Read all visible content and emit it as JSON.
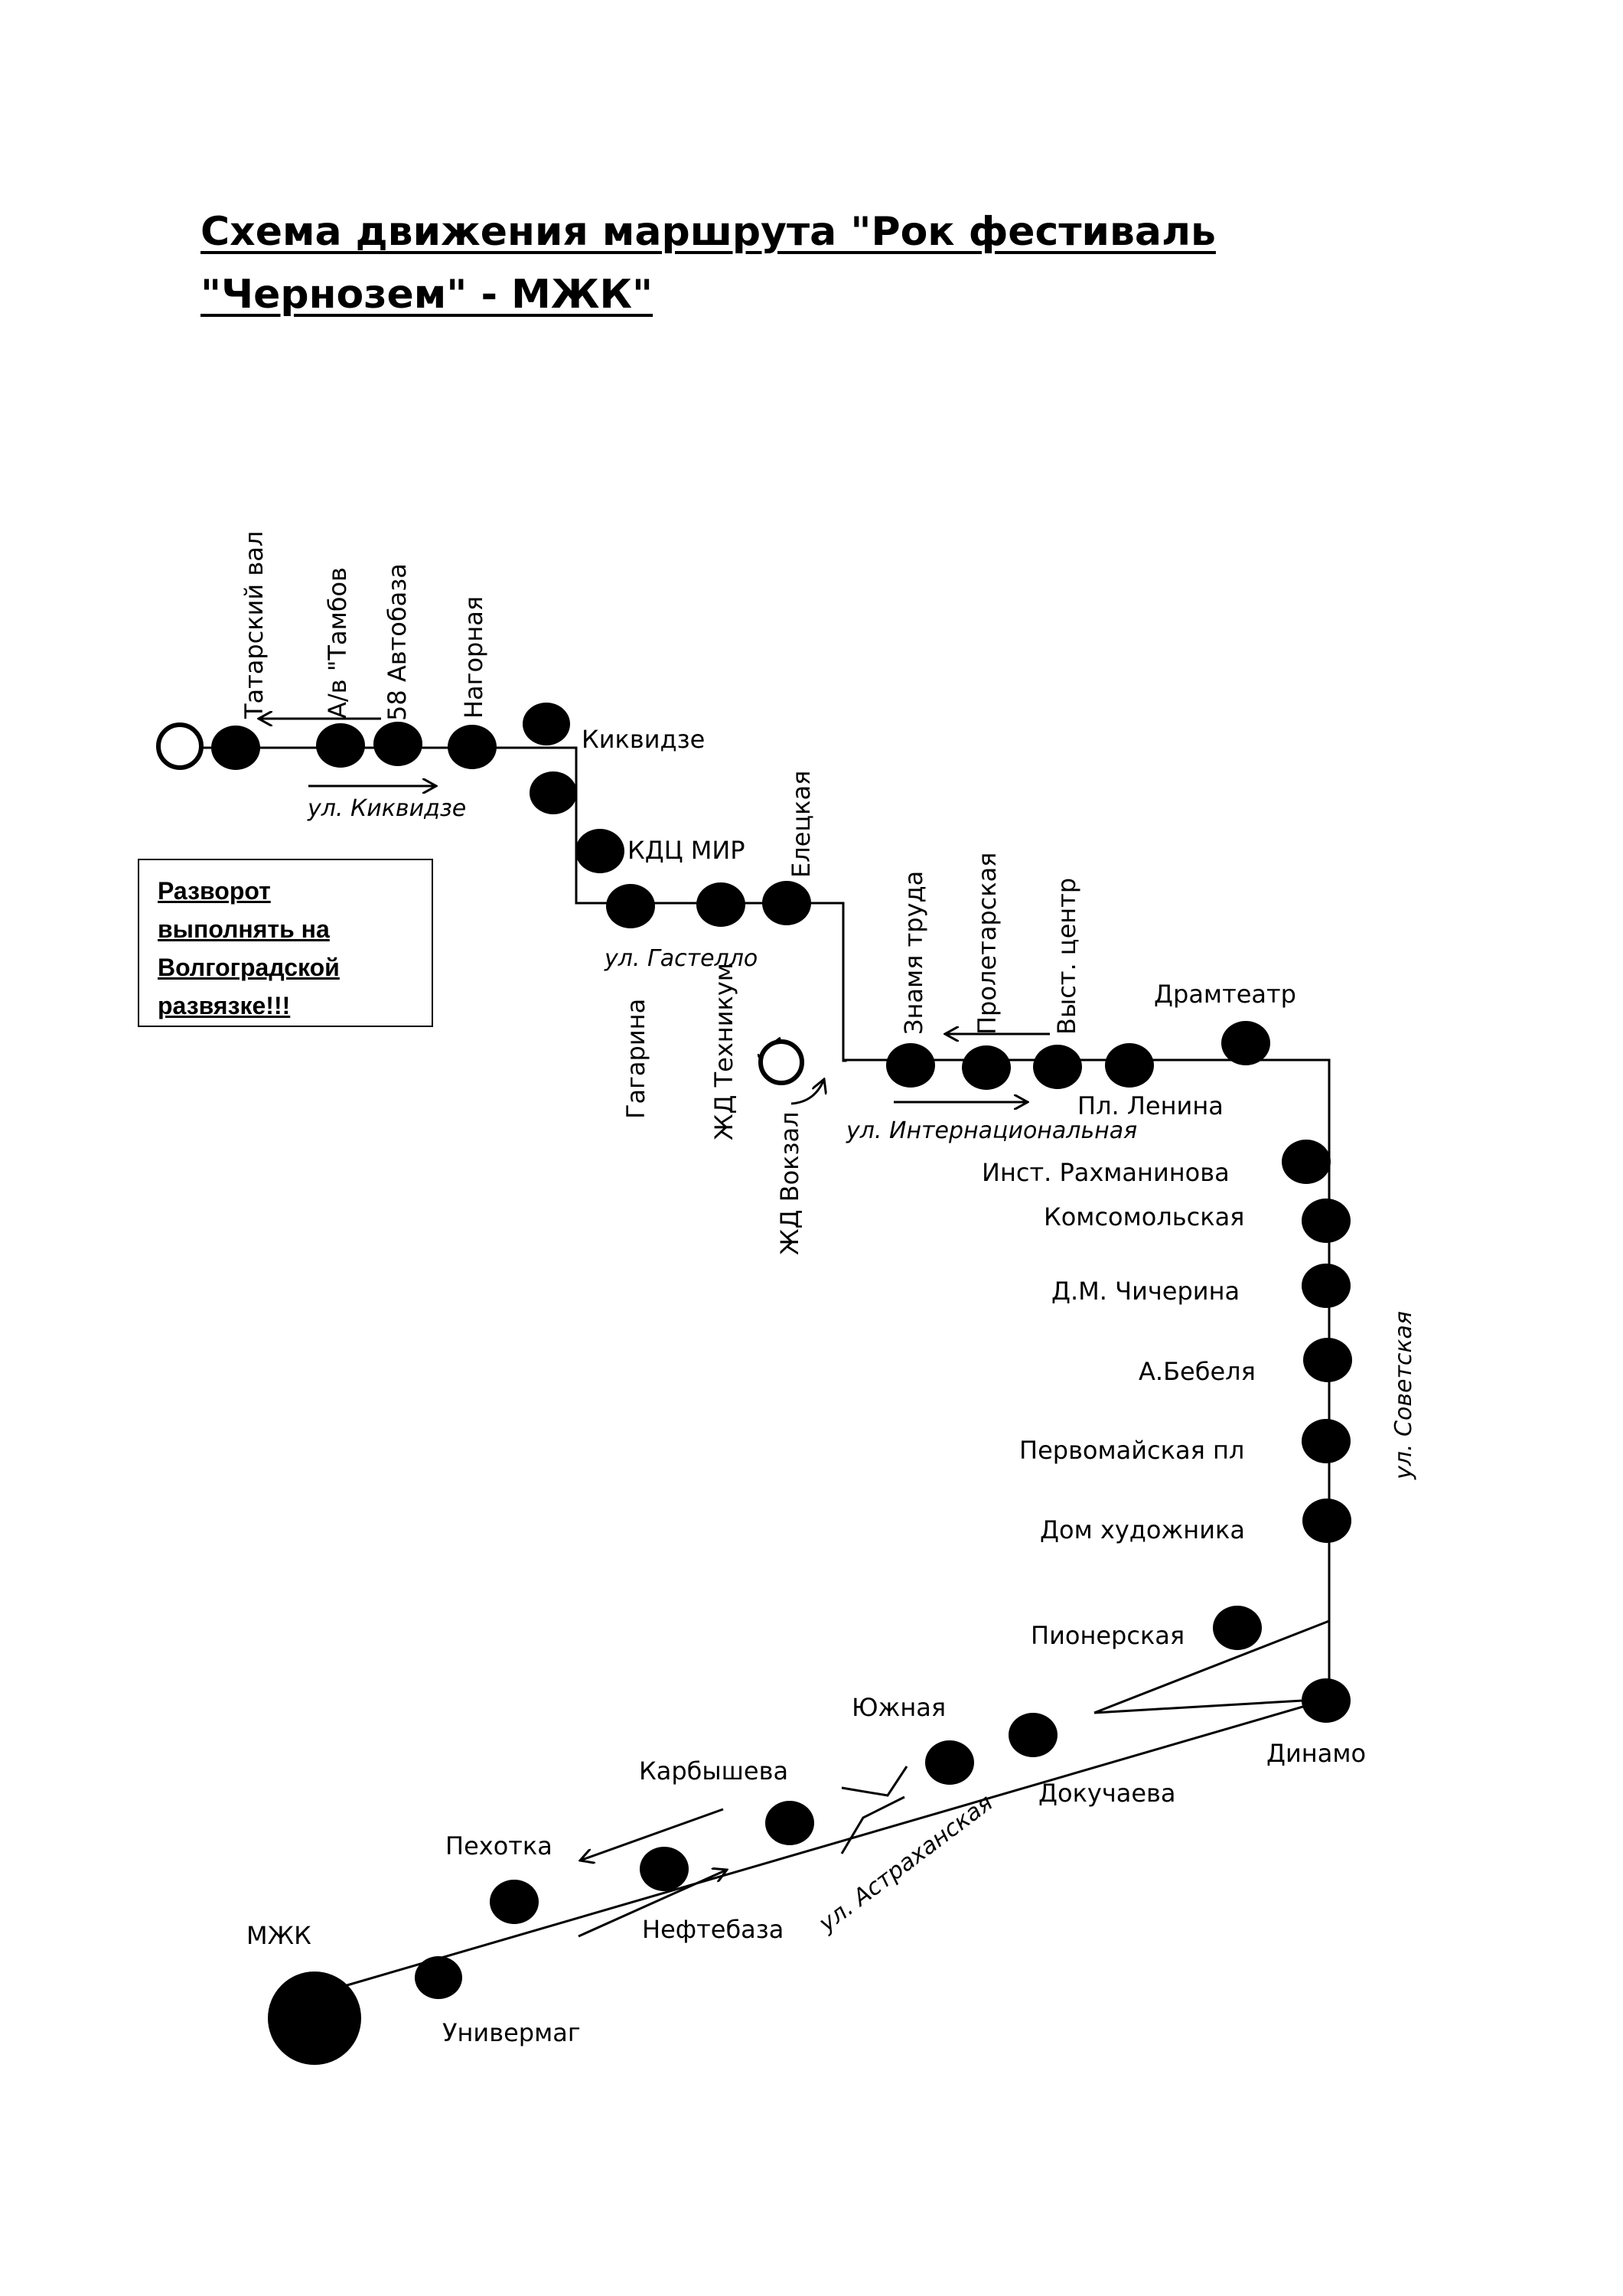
{
  "title": {
    "line1": "Схема движения маршрута \"Рок фестиваль",
    "line2": "\"Чернозем\" - МЖК\""
  },
  "note": {
    "line1": "Разворот",
    "line2": "выполнять на",
    "line3": "Волгоградской",
    "line4": "развязке!!!"
  },
  "stops": {
    "tatarsky_val": "Татарский вал",
    "av_tambov": "А/в \"Тамбов",
    "avtobaza": "58 Автобаза",
    "nagornaya": "Нагорная",
    "kikvidze": "Киквидзе",
    "kdc_mir": "КДЦ МИР",
    "eletskaya": "Елецкая",
    "gagarina": "Гагарина",
    "zhd_tekhnikum": "ЖД Техникум",
    "zhd_vokzal": "ЖД Вокзал",
    "znamya_truda": "Знамя труда",
    "proletarskaya": "Пролетарская",
    "vyst_centr": "Выст. центр",
    "dramteatr": "Драмтеатр",
    "pl_lenina": "Пл. Ленина",
    "inst_rakhmaninova": "Инст. Рахманинова",
    "komsomolskaya": "Комсомольская",
    "chicherina": "Д.М. Чичерина",
    "bebelya": "А.Бебеля",
    "pervomayskaya": "Первомайская пл",
    "dom_khudozhnika": "Дом художника",
    "pionerskaya": "Пионерская",
    "dinamo": "Динамо",
    "yuzhnaya": "Южная",
    "dokuchaeva": "Докучаева",
    "karbysheva": "Карбышева",
    "pekhotka": "Пехотка",
    "neftebaza": "Нефтебаза",
    "mzhk": "МЖК",
    "univermag": "Универмаг"
  },
  "streets": {
    "kikvidze": "ул. Киквидзе",
    "gastello": "ул. Гастелло",
    "internatsionalnaya": "ул. Интернациональная",
    "sovetskaya": "ул. Советская",
    "astrakhanskaya": "ул. Астраханская"
  }
}
